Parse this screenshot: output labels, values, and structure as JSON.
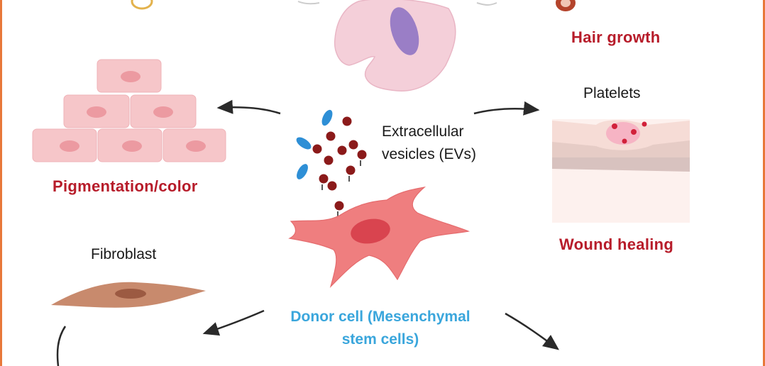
{
  "labels": {
    "hair_growth": "Hair growth",
    "platelets": "Platelets",
    "extracellular_vesicles": "Extracellular vesicles (EVs)",
    "pigmentation": "Pigmentation/color",
    "wound_healing": "Wound healing",
    "fibroblast": "Fibroblast",
    "donor_cell_line1": "Donor cell (Mesenchymal",
    "donor_cell_line2": "stem cells)"
  },
  "colors": {
    "frame": "#e8783a",
    "outcome_label": "#b71c2a",
    "donor_label": "#3aa6dc",
    "ev_vesicle": "#8b1a1a",
    "ev_blue": "#2e8fd6"
  }
}
